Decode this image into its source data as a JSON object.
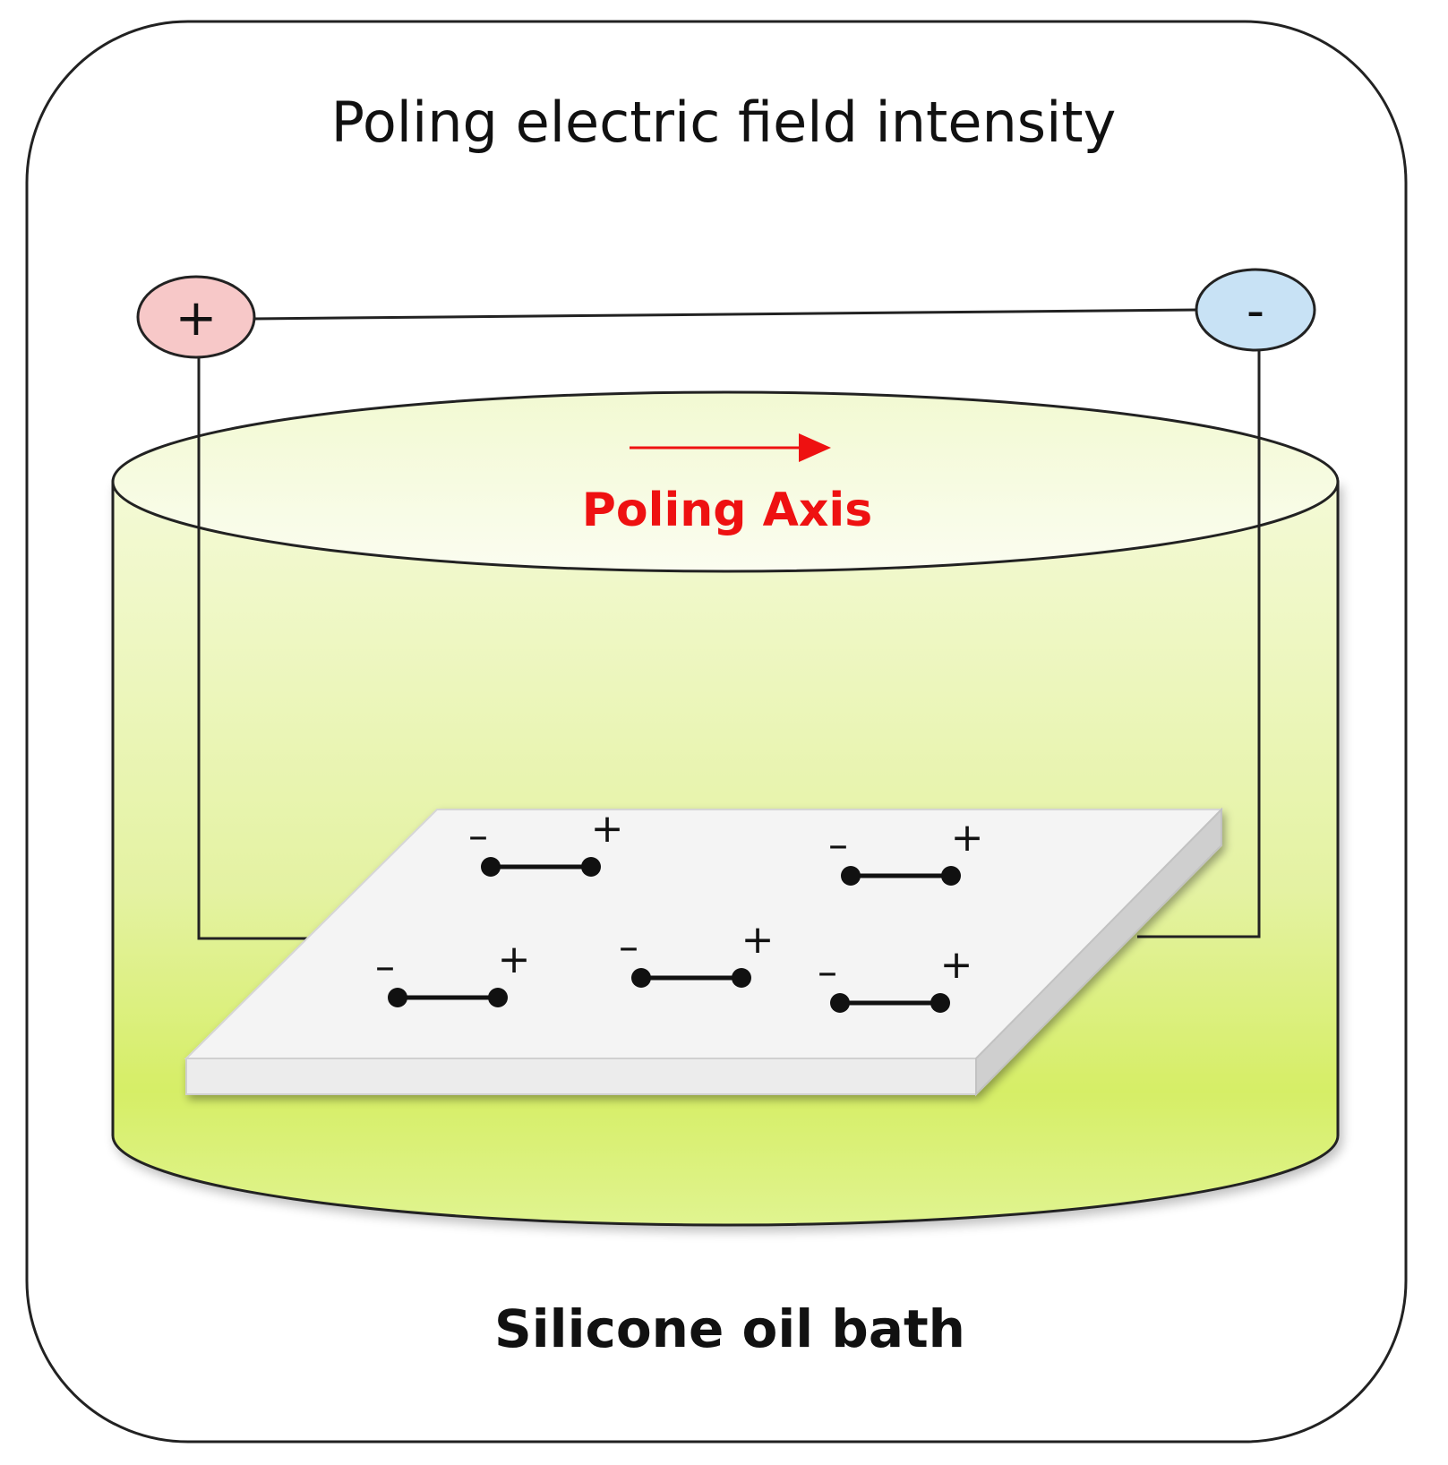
{
  "title": "Poling electric field intensity",
  "poling_axis_label": "Poling Axis",
  "bath_label": "Silicone oil bath",
  "electrodes": {
    "positive_symbol": "+",
    "negative_symbol": "-",
    "positive_color": "#f7c8c8",
    "negative_color": "#c8e2f5"
  },
  "dipoles": {
    "negative_symbol": "–",
    "positive_symbol": "+",
    "count": 5
  },
  "colors": {
    "axis_arrow": "#ee1111",
    "oil_top": "#f6fbdc",
    "oil_mid": "#e6f3a6",
    "oil_bottom": "#d6ee6a",
    "sample_plate": "#f4f4f4"
  }
}
